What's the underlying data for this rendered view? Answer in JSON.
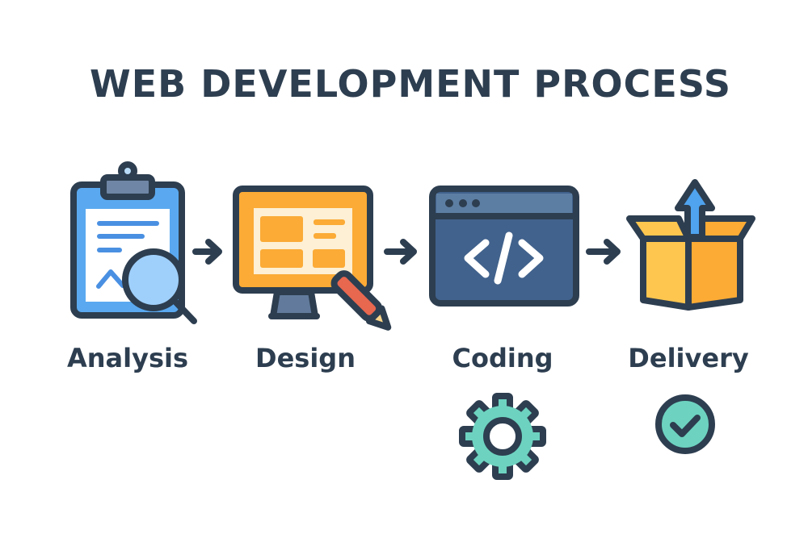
{
  "title": "WEB DEVELOPMENT PROCESS",
  "steps": [
    {
      "label": "Analysis",
      "icon": "clipboard-magnifier-icon"
    },
    {
      "label": "Design",
      "icon": "monitor-pencil-icon"
    },
    {
      "label": "Coding",
      "icon": "code-window-icon",
      "sub_icon": "gear-icon"
    },
    {
      "label": "Delivery",
      "icon": "open-box-icon",
      "sub_icon": "check-circle-icon"
    }
  ],
  "colors": {
    "outline": "#2d3e50",
    "blue": "#5aa9f0",
    "orange": "#fbab36",
    "navy": "#41628c",
    "yellow": "#fec64f",
    "teal": "#6dd3c0",
    "red": "#e8674f"
  }
}
